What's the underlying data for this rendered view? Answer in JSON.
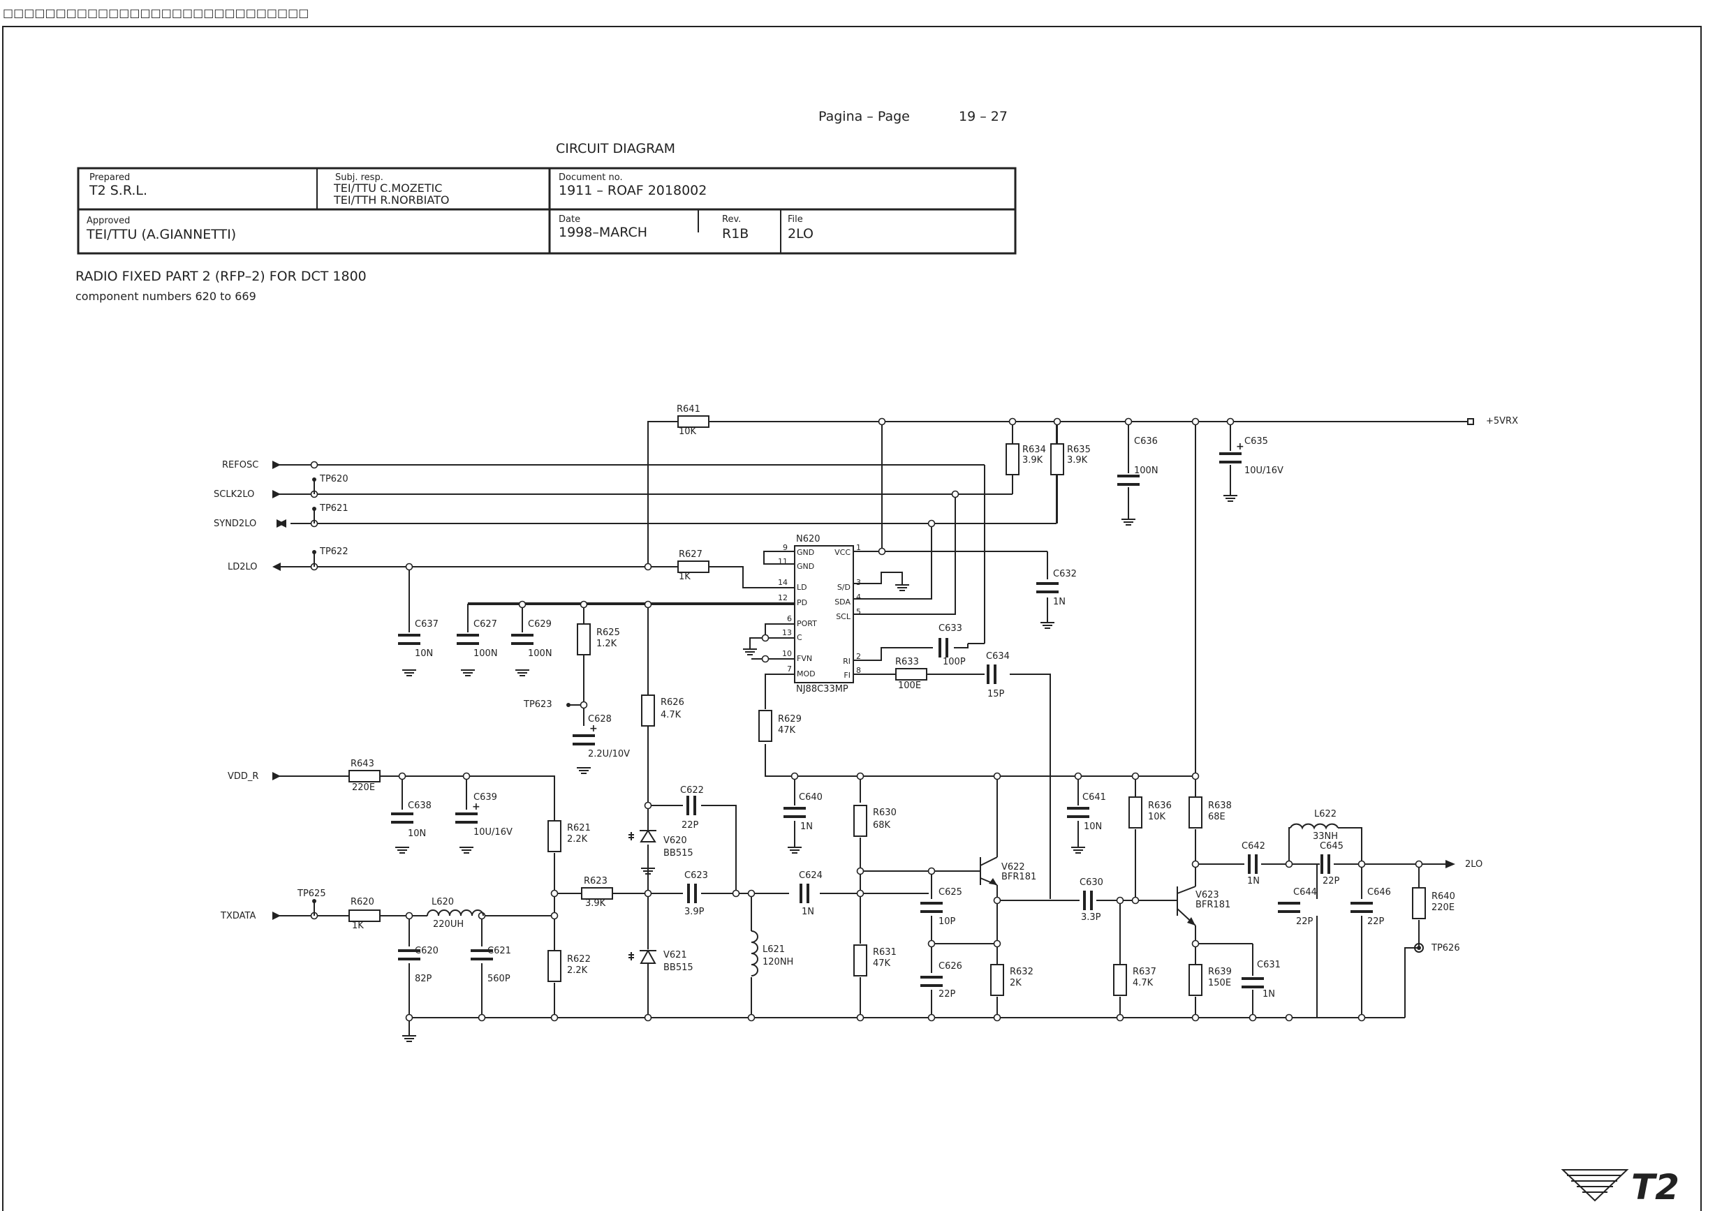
{
  "header_glyphs": "□□□□□□□□□□□□□□□□□□□□□□□□□□□□□",
  "page": {
    "label": "Pagina  –  Page",
    "number": "19 – 27"
  },
  "title": "CIRCUIT DIAGRAM",
  "title_block": {
    "prepared_label": "Prepared",
    "prepared": "T2 S.R.L.",
    "subj_label": "Subj. resp.",
    "subj_line1": "TEI/TTU  C.MOZETIC",
    "subj_line2": "TEI/TTH  R.NORBIATO",
    "document_label": "Document  no.",
    "document": "1911  –  ROAF 2018002",
    "approved_label": "Approved",
    "approved": "TEI/TTU  (A.GIANNETTI)",
    "date_label": "Date",
    "date": "1998–MARCH",
    "rev_label": "Rev.",
    "rev": "R1B",
    "file_label": "File",
    "file": "2LO"
  },
  "description": {
    "line1": "RADIO  FIXED  PART  2  (RFP–2)  FOR  DCT  1800",
    "line2": "component  numbers  620  to  669"
  },
  "ports": {
    "refosc": "REFOSC",
    "sclk2lo": "SCLK2LO",
    "synd2lo": "SYND2LO",
    "ld2lo": "LD2LO",
    "vdd_r": "VDD_R",
    "txdata": "TXDATA",
    "vrx": "+5VRX",
    "out_2lo": "2LO"
  },
  "testpoints": {
    "tp620": "TP620",
    "tp621": "TP621",
    "tp622": "TP622",
    "tp623": "TP623",
    "tp625": "TP625",
    "tp626": "TP626"
  },
  "ic": {
    "ref": "N620",
    "part": "NJ88C33MP",
    "pins_left": [
      {
        "num": "9",
        "name": "GND"
      },
      {
        "num": "11",
        "name": "GND"
      },
      {
        "num": "14",
        "name": "LD"
      },
      {
        "num": "12",
        "name": "PD"
      },
      {
        "num": "6",
        "name": "PORT"
      },
      {
        "num": "13",
        "name": "C"
      },
      {
        "num": "10",
        "name": "FVN"
      },
      {
        "num": "7",
        "name": "MOD"
      }
    ],
    "pins_right": [
      {
        "num": "1",
        "name": "VCC"
      },
      {
        "num": "3",
        "name": "S/D"
      },
      {
        "num": "4",
        "name": "SDA"
      },
      {
        "num": "5",
        "name": "SCL"
      },
      {
        "num": "2",
        "name": "RI"
      },
      {
        "num": "8",
        "name": "FI"
      }
    ]
  },
  "components": {
    "r641": {
      "ref": "R641",
      "val": "10K"
    },
    "r634": {
      "ref": "R634",
      "val": "3.9K"
    },
    "r635": {
      "ref": "R635",
      "val": "3.9K"
    },
    "c636": {
      "ref": "C636",
      "val": "100N"
    },
    "c635": {
      "ref": "C635",
      "val": "10U/16V"
    },
    "c632": {
      "ref": "C632",
      "val": "1N"
    },
    "r627": {
      "ref": "R627",
      "val": "1K"
    },
    "c637": {
      "ref": "C637",
      "val": "10N"
    },
    "c627": {
      "ref": "C627",
      "val": "100N"
    },
    "c629": {
      "ref": "C629",
      "val": "100N"
    },
    "r625": {
      "ref": "R625",
      "val": "1.2K"
    },
    "c628": {
      "ref": "C628",
      "val": "2.2U/10V"
    },
    "r626": {
      "ref": "R626",
      "val": "4.7K"
    },
    "c633": {
      "ref": "C633",
      "val": "100P"
    },
    "r633": {
      "ref": "R633",
      "val": "100E"
    },
    "c634": {
      "ref": "C634",
      "val": "15P"
    },
    "r629": {
      "ref": "R629",
      "val": "47K"
    },
    "r643": {
      "ref": "R643",
      "val": "220E"
    },
    "c638": {
      "ref": "C638",
      "val": "10N"
    },
    "c639": {
      "ref": "C639",
      "val": "10U/16V"
    },
    "r621": {
      "ref": "R621",
      "val": "2.2K"
    },
    "c622": {
      "ref": "C622",
      "val": "22P"
    },
    "v620": {
      "ref": "V620",
      "val": "BB515"
    },
    "c640": {
      "ref": "C640",
      "val": "1N"
    },
    "r630": {
      "ref": "R630",
      "val": "68K"
    },
    "v622": {
      "ref": "V622",
      "val": "BFR181"
    },
    "c641": {
      "ref": "C641",
      "val": "10N"
    },
    "r636": {
      "ref": "R636",
      "val": "10K"
    },
    "r638": {
      "ref": "R638",
      "val": "68E"
    },
    "l622": {
      "ref": "L622",
      "val": "33NH"
    },
    "c642": {
      "ref": "C642",
      "val": "1N"
    },
    "c645": {
      "ref": "C645",
      "val": "22P"
    },
    "r620": {
      "ref": "R620",
      "val": "1K"
    },
    "l620": {
      "ref": "L620",
      "val": "220UH"
    },
    "r623": {
      "ref": "R623",
      "val": "3.9K"
    },
    "c623": {
      "ref": "C623",
      "val": "3.9P"
    },
    "c624": {
      "ref": "C624",
      "val": "1N"
    },
    "c625": {
      "ref": "C625",
      "val": "10P"
    },
    "c630": {
      "ref": "C630",
      "val": "3.3P"
    },
    "v623": {
      "ref": "V623",
      "val": "BFR181"
    },
    "c644": {
      "ref": "C644",
      "val": "22P"
    },
    "c646": {
      "ref": "C646",
      "val": "22P"
    },
    "r640": {
      "ref": "R640",
      "val": "220E"
    },
    "c620": {
      "ref": "C620",
      "val": "82P"
    },
    "c621": {
      "ref": "C621",
      "val": "560P"
    },
    "r622": {
      "ref": "R622",
      "val": "2.2K"
    },
    "v621": {
      "ref": "V621",
      "val": "BB515"
    },
    "l621": {
      "ref": "L621",
      "val": "120NH"
    },
    "r631": {
      "ref": "R631",
      "val": "47K"
    },
    "c626": {
      "ref": "C626",
      "val": "22P"
    },
    "r632": {
      "ref": "R632",
      "val": "2K"
    },
    "r637": {
      "ref": "R637",
      "val": "4.7K"
    },
    "r639": {
      "ref": "R639",
      "val": "150E"
    },
    "c631": {
      "ref": "C631",
      "val": "1N"
    }
  },
  "logo_text": "T2"
}
